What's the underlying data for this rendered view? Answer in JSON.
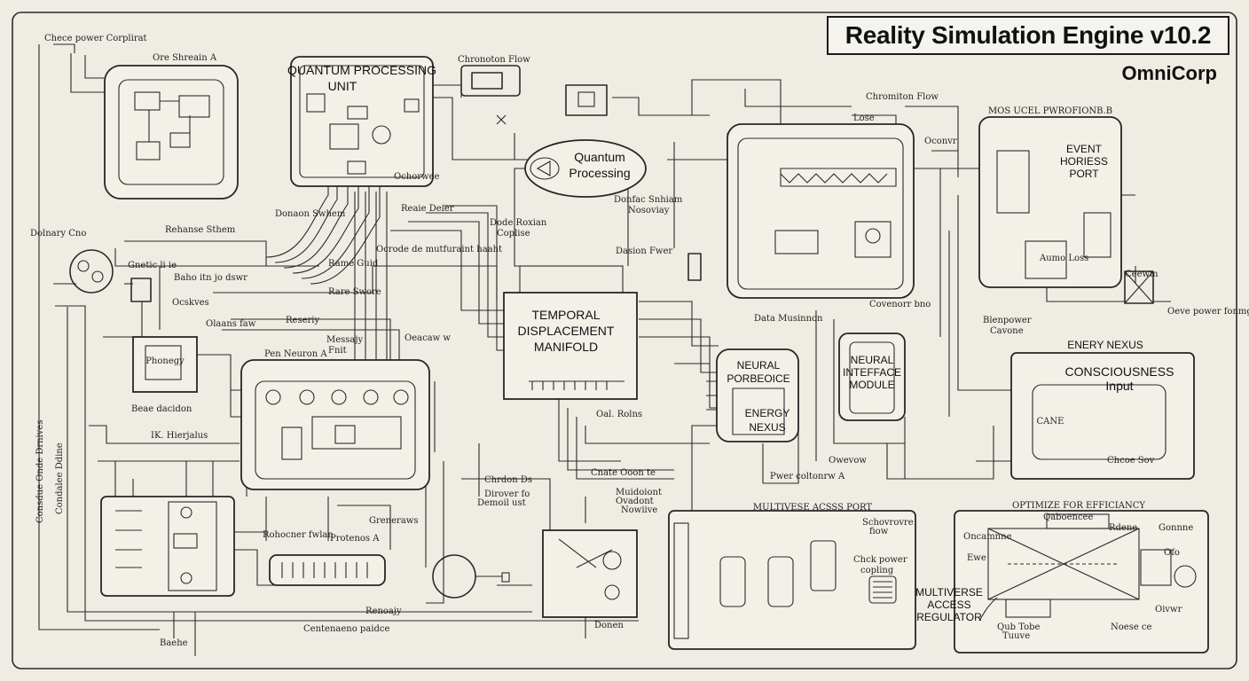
{
  "header": {
    "title": "Reality Simulation Engine v10.2",
    "company": "OmniCorp"
  },
  "modules": {
    "qpu_1": "QUANTUM PROCESSING",
    "qpu_2": "UNIT",
    "quantum_processing_1": "Quantum",
    "quantum_processing_2": "Processing",
    "temporal_1": "TEMPORAL",
    "temporal_2": "DISPLACEMENT",
    "temporal_3": "MANIFOLD",
    "neural_1": "NEURAL",
    "neural_2": "PORBEOICE",
    "energy_1": "ENERGY",
    "energy_2": "NEXUS",
    "nim_1": "NEURAL",
    "nim_2": "INTEFFACE",
    "nim_3": "MODULE",
    "event_1": "EVENT",
    "event_2": "HORIESS",
    "event_3": "PORT",
    "consciousness_1": "CONSCIOUSNESS",
    "consciousness_2": "Input",
    "energy_nexus_title": "ENERY NEXUS",
    "multiverse_port": "MULTIVESE ACSSS PORT",
    "optimize": "OPTIMIZE FOR EFFICIANCY",
    "regulator_1": "MULTIVERSE",
    "regulator_2": "ACCESS",
    "regulator_3": "REGULATOR",
    "mos_title": "MOS UCEL PWROFIONB.B",
    "phoregy": "Phonegy",
    "cane": "CANE"
  },
  "labels": {
    "top_left": "Chece power Corplirat",
    "core_stream": "Ore Shreain A",
    "chronitron_1": "Chronoton Flow",
    "chronitron_2": "Chromiton Flow",
    "donay_cno": "Dolnary Cno",
    "gnetic": "Gnetic li ie",
    "baho": "Baho itn jo dswr",
    "ocskes": "Ocskves",
    "oleans": "Olaans faw",
    "pen_neuron": "Pen Neuron A",
    "beoe": "Beae dacidon",
    "ik_hierjatus": "IK. Hierjalus",
    "consdue_1": "Consdue Onde Drnives",
    "consdue_2": "Condalee Ddine",
    "rehanse": "Rehanse Sthem",
    "donaon": "Donaon Swhem",
    "ochorwee": "Ochorwee",
    "reaie": "Reaie Deier",
    "dode_rovian": "Dode Roxian",
    "coplise": "Coplise",
    "ocrode": "Ocrode de mutfuraint haaht",
    "rame_guid": "Rame Guid",
    "rare_swore": "Rare Swore",
    "reseriy": "Reseriy",
    "messajy": "Messajy",
    "fnit": "Fnit",
    "oeacaw": "Oeacaw w",
    "donfac": "Donfac Snhiam",
    "nosoviay": "Nosoviay",
    "dasion_fwer": "Dasion Fwer",
    "data_mus": "Data Musinnon",
    "ooll_rdms": "Oal. Rolns",
    "grete_ondne": "Cnate Ooon te",
    "chrdon_ds": "Chrdon Ds",
    "dirover": "Dirover fo",
    "demoil": "Demoil ust",
    "muldoion": "Muidoiont",
    "crodont": "Ovadont",
    "nowlve": "Nowiive",
    "gramoreos": "Greneraws",
    "rohecner": "Rohocner fwlan",
    "protenos": "Protenos A",
    "renoajy": "Renoajy",
    "contnerpe": "Centenaeno paidce",
    "denen": "Donen",
    "bache": "Baehe",
    "pwer": "Pwer coltonrw A",
    "oevoiw": "Owevow",
    "ocrcovr": "Oconvr",
    "chrom_bno": "Covenorr bno",
    "lose": "Lose",
    "blenpower": "Blenpower",
    "cavone": "Cavone",
    "ceew": "Ceewm",
    "oeve": "Oeve power fonmg",
    "chcoe": "Chcoe Sov",
    "check_power": "Chck power",
    "copling": "copling",
    "schervere": "Schovrovre",
    "fnw": "fiow",
    "qaboenee": "Qaboencee",
    "rdeue": "Rdene",
    "ganner": "Gonnne",
    "oncamne": "Oncamnne",
    "ewe": "Ewe",
    "ofo": "Ofo",
    "oub_tobe": "Qub Tobe",
    "tuuve": "Tuuve",
    "oivwr": "Oivwr",
    "noese_ce": "Noese ce",
    "aumo": "Aumo Loss"
  }
}
